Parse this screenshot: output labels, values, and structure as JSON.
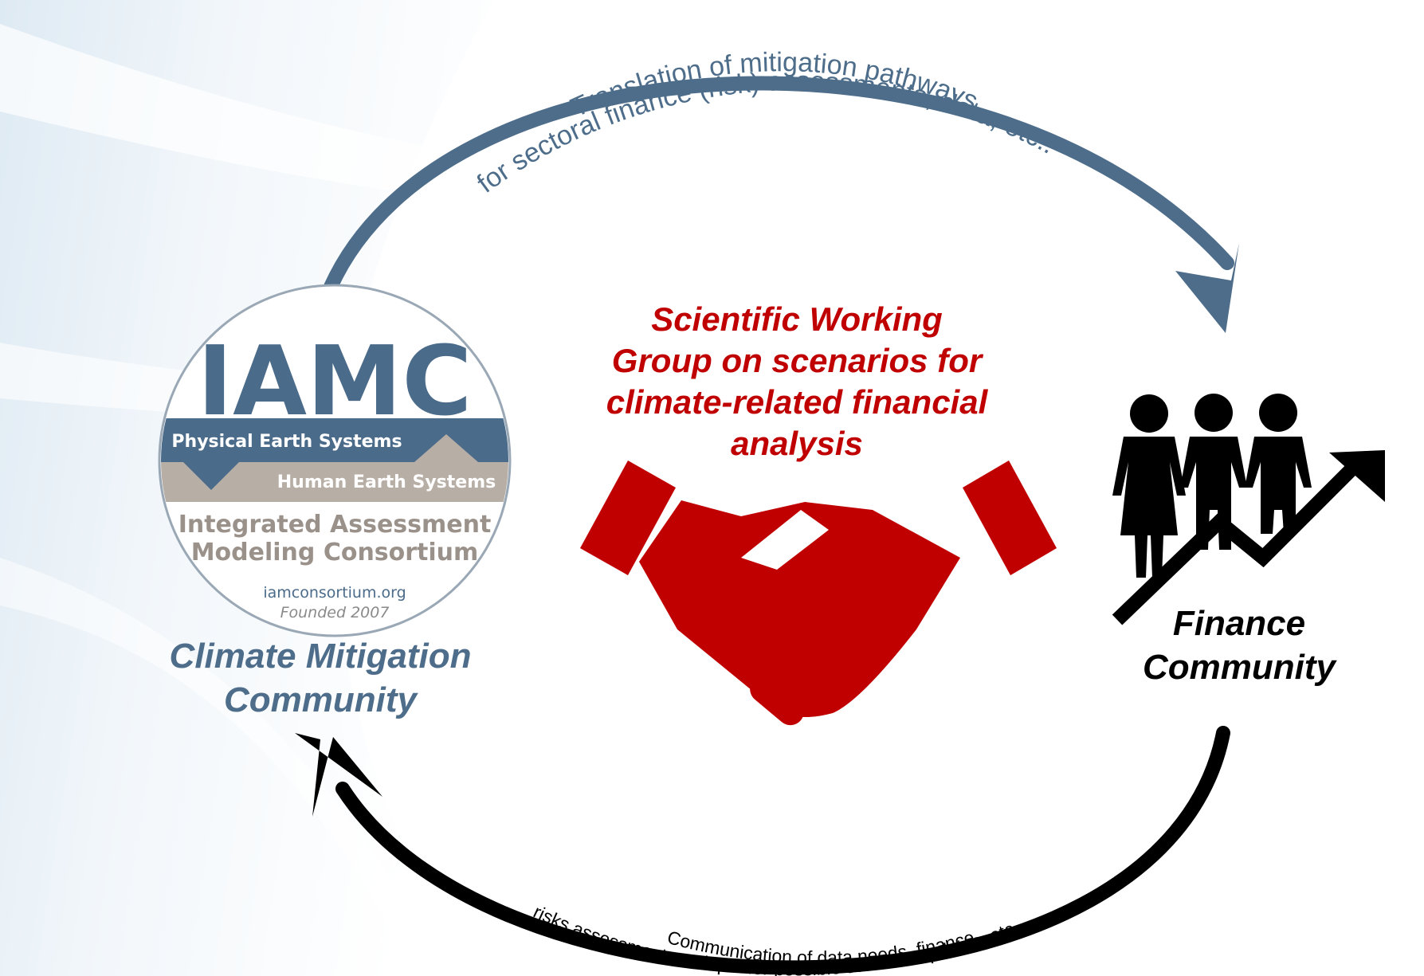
{
  "top_flow": {
    "line1": "Translation of mitigation pathways",
    "line2": "for sectoral finance (risk) assessments, data, etc.."
  },
  "bottom_flow": {
    "line1": "Communication of data needs, finance",
    "line2": "risks assessments as input for possible scenario updates, etc.."
  },
  "logo": {
    "acronym": "IAMC",
    "band_top": "Physical Earth Systems",
    "band_bottom": "Human Earth Systems",
    "name_line1": "Integrated Assessment",
    "name_line2": "Modeling Consortium",
    "url": "iamconsortium.org",
    "founded": "Founded 2007"
  },
  "left_community": {
    "line1": "Climate Mitigation",
    "line2": "Community"
  },
  "center": {
    "line1": "Scientific Working",
    "line2": "Group on scenarios for",
    "line3": "climate-related financial",
    "line4": "analysis"
  },
  "right_community": {
    "line1": "Finance",
    "line2": "Community"
  },
  "icons": {
    "handshake": "handshake-icon",
    "people": "people-icon",
    "trend": "trend-arrow-icon"
  },
  "colors": {
    "slate_blue": "#4d6d8a",
    "center_red": "#c00000",
    "black": "#000000",
    "logo_band": "#4b6b8a",
    "logo_gray": "#b7aea6"
  }
}
